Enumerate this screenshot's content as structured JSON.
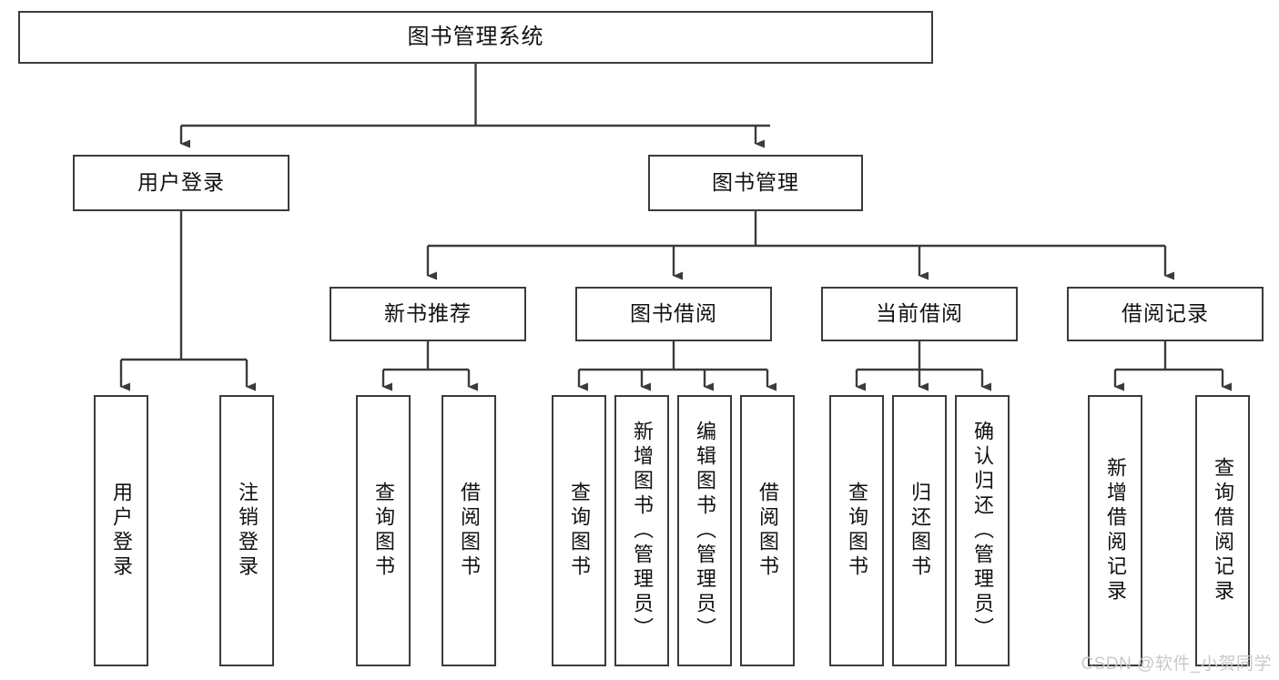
{
  "diagram": {
    "title": "图书管理系统",
    "type": "tree-hierarchy-chart",
    "line_color": "#3b3b3b",
    "box_fill": "#ffffff",
    "text_color": "#111111"
  },
  "root": {
    "label": "图书管理系统"
  },
  "level2": [
    {
      "label": "用户登录"
    },
    {
      "label": "图书管理"
    }
  ],
  "level3": [
    {
      "label": "新书推荐"
    },
    {
      "label": "图书借阅"
    },
    {
      "label": "当前借阅"
    },
    {
      "label": "借阅记录"
    }
  ],
  "leaves": {
    "user_login": [
      {
        "label": "用户登录"
      },
      {
        "label": "注销登录"
      }
    ],
    "new_book_recommend": [
      {
        "label": "查询图书"
      },
      {
        "label": "借阅图书"
      }
    ],
    "book_borrow": [
      {
        "label": "查询图书"
      },
      {
        "label": "新增图书（管理员）"
      },
      {
        "label": "编辑图书（管理员）"
      },
      {
        "label": "借阅图书"
      }
    ],
    "current_borrow": [
      {
        "label": "查询图书"
      },
      {
        "label": "归还图书"
      },
      {
        "label": "确认归还（管理员）"
      }
    ],
    "borrow_records": [
      {
        "label": "新增借阅记录"
      },
      {
        "label": "查询借阅记录"
      }
    ]
  },
  "watermark": {
    "text": "CSDN @软件_小贺同学",
    "color": "#c9c9c9"
  }
}
